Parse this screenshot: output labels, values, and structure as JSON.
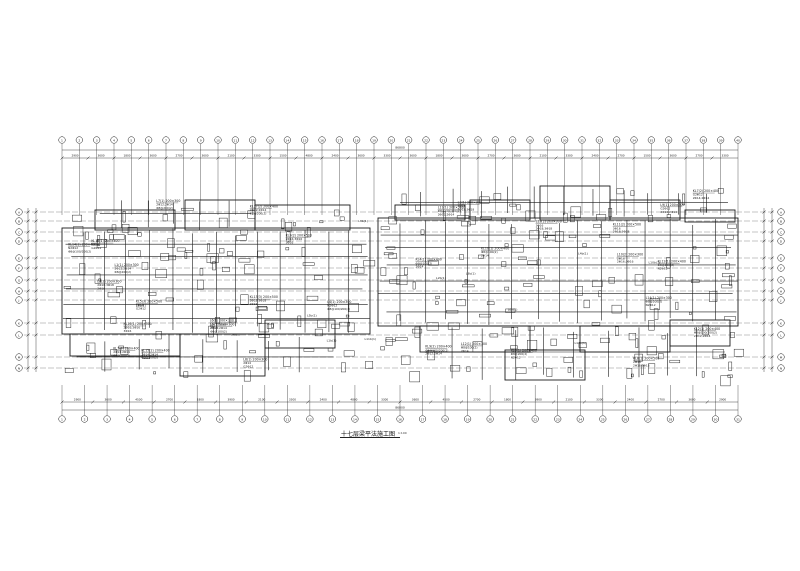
{
  "drawing": {
    "title": "十七层梁平法施工图",
    "scale_note": "1:100",
    "line_color": "#1a1a1a",
    "background": "#ffffff"
  },
  "axes": {
    "top_markers": [
      "1",
      "2",
      "3",
      "4",
      "5",
      "6",
      "7",
      "8",
      "9",
      "10",
      "11",
      "12",
      "13",
      "14",
      "15",
      "16",
      "17",
      "18",
      "19",
      "20",
      "21",
      "22",
      "23",
      "24",
      "25",
      "26",
      "27",
      "28",
      "29",
      "30",
      "31",
      "32",
      "33",
      "34",
      "35",
      "36",
      "37",
      "38",
      "39",
      "40"
    ],
    "bottom_markers": [
      "1",
      "2",
      "3",
      "4",
      "5",
      "6",
      "7",
      "8",
      "9",
      "10",
      "11",
      "12",
      "13",
      "14",
      "15",
      "16",
      "17",
      "18",
      "19",
      "20",
      "21",
      "22",
      "23",
      "24",
      "25",
      "26",
      "27",
      "28",
      "29",
      "30",
      "31"
    ],
    "left_markers": [
      "A",
      "B",
      "C",
      "D",
      "E",
      "F",
      "G",
      "H",
      "J",
      "K",
      "L",
      "M",
      "N"
    ],
    "right_markers": [
      "A",
      "B",
      "C",
      "D",
      "E",
      "F",
      "G",
      "H",
      "J",
      "K",
      "L",
      "M",
      "N"
    ],
    "top_total": "86800",
    "bottom_total": "86800",
    "top_spans": [
      "2900",
      "3600",
      "1800",
      "3600",
      "2700",
      "3600",
      "2100",
      "3300",
      "1500",
      "4800",
      "2400",
      "3600",
      "3300",
      "3600",
      "1800",
      "3600",
      "2700",
      "3600",
      "2100",
      "3300",
      "2400",
      "2700",
      "1500",
      "3600",
      "2700",
      "3300"
    ],
    "bottom_spans": [
      "2900",
      "3600",
      "4500",
      "2700",
      "1800",
      "3900",
      "2100",
      "3300",
      "2400",
      "4800",
      "3300",
      "3600",
      "4500",
      "2700",
      "1800",
      "3900",
      "2100",
      "3300",
      "2400",
      "2700",
      "3600",
      "2900"
    ]
  },
  "beam_labels": [
    "KL1(2) 200×400",
    "KL2(1) 200×400",
    "KL3(2) 200×500",
    "KL4(1) 200×400",
    "L1(1) 200×300",
    "L2(1) 200×300",
    "KL5(3) 200×500",
    "KL6(1) 200×400",
    "L3(2) 200×300",
    "KL7(2) 200×400",
    "L4(1) 200×300",
    "KL8(1) 200×500",
    "L5(1) 200×300",
    "KL9(2) 200×400",
    "L6(1) 200×300",
    "KL10(1) 200×400",
    "L7(1) 200×300",
    "KL11(2) 200×500",
    "L8(1) 200×300",
    "KL12(1) 200×400",
    "KL13(3) 200×500",
    "L9(1) 200×300",
    "KL14(1) 200×400",
    "L10(2) 200×300",
    "KL15(2) 200×400",
    "L11(1) 200×300",
    "KL16(1) 200×500",
    "L12(1) 200×300",
    "KL17(2) 200×400",
    "L13(1) 200×300",
    "KL18(1) 200×400",
    "L14(1) 200×300"
  ],
  "rebar_notes": [
    "2Φ14;2Φ14",
    "Φ8@100/200(2)",
    "2Φ16;3Φ16",
    "Φ8@100(2)",
    "2Φ12;2Φ14",
    "3Φ16",
    "2Φ14",
    "Φ8@200(2)",
    "2Φ18;3Φ18",
    "G2Φ12",
    "N2Φ12",
    "2Φ16"
  ],
  "short_tags": [
    "L1b(1)",
    "L2b(1)",
    "L3b(1)",
    "L4b(1)",
    "L5b(1)",
    "L6b(1)",
    "L7b(1)",
    "L8b(1)",
    "L9b(1)",
    "L10b(1)",
    "L11b(1)",
    "L12b(1)"
  ]
}
